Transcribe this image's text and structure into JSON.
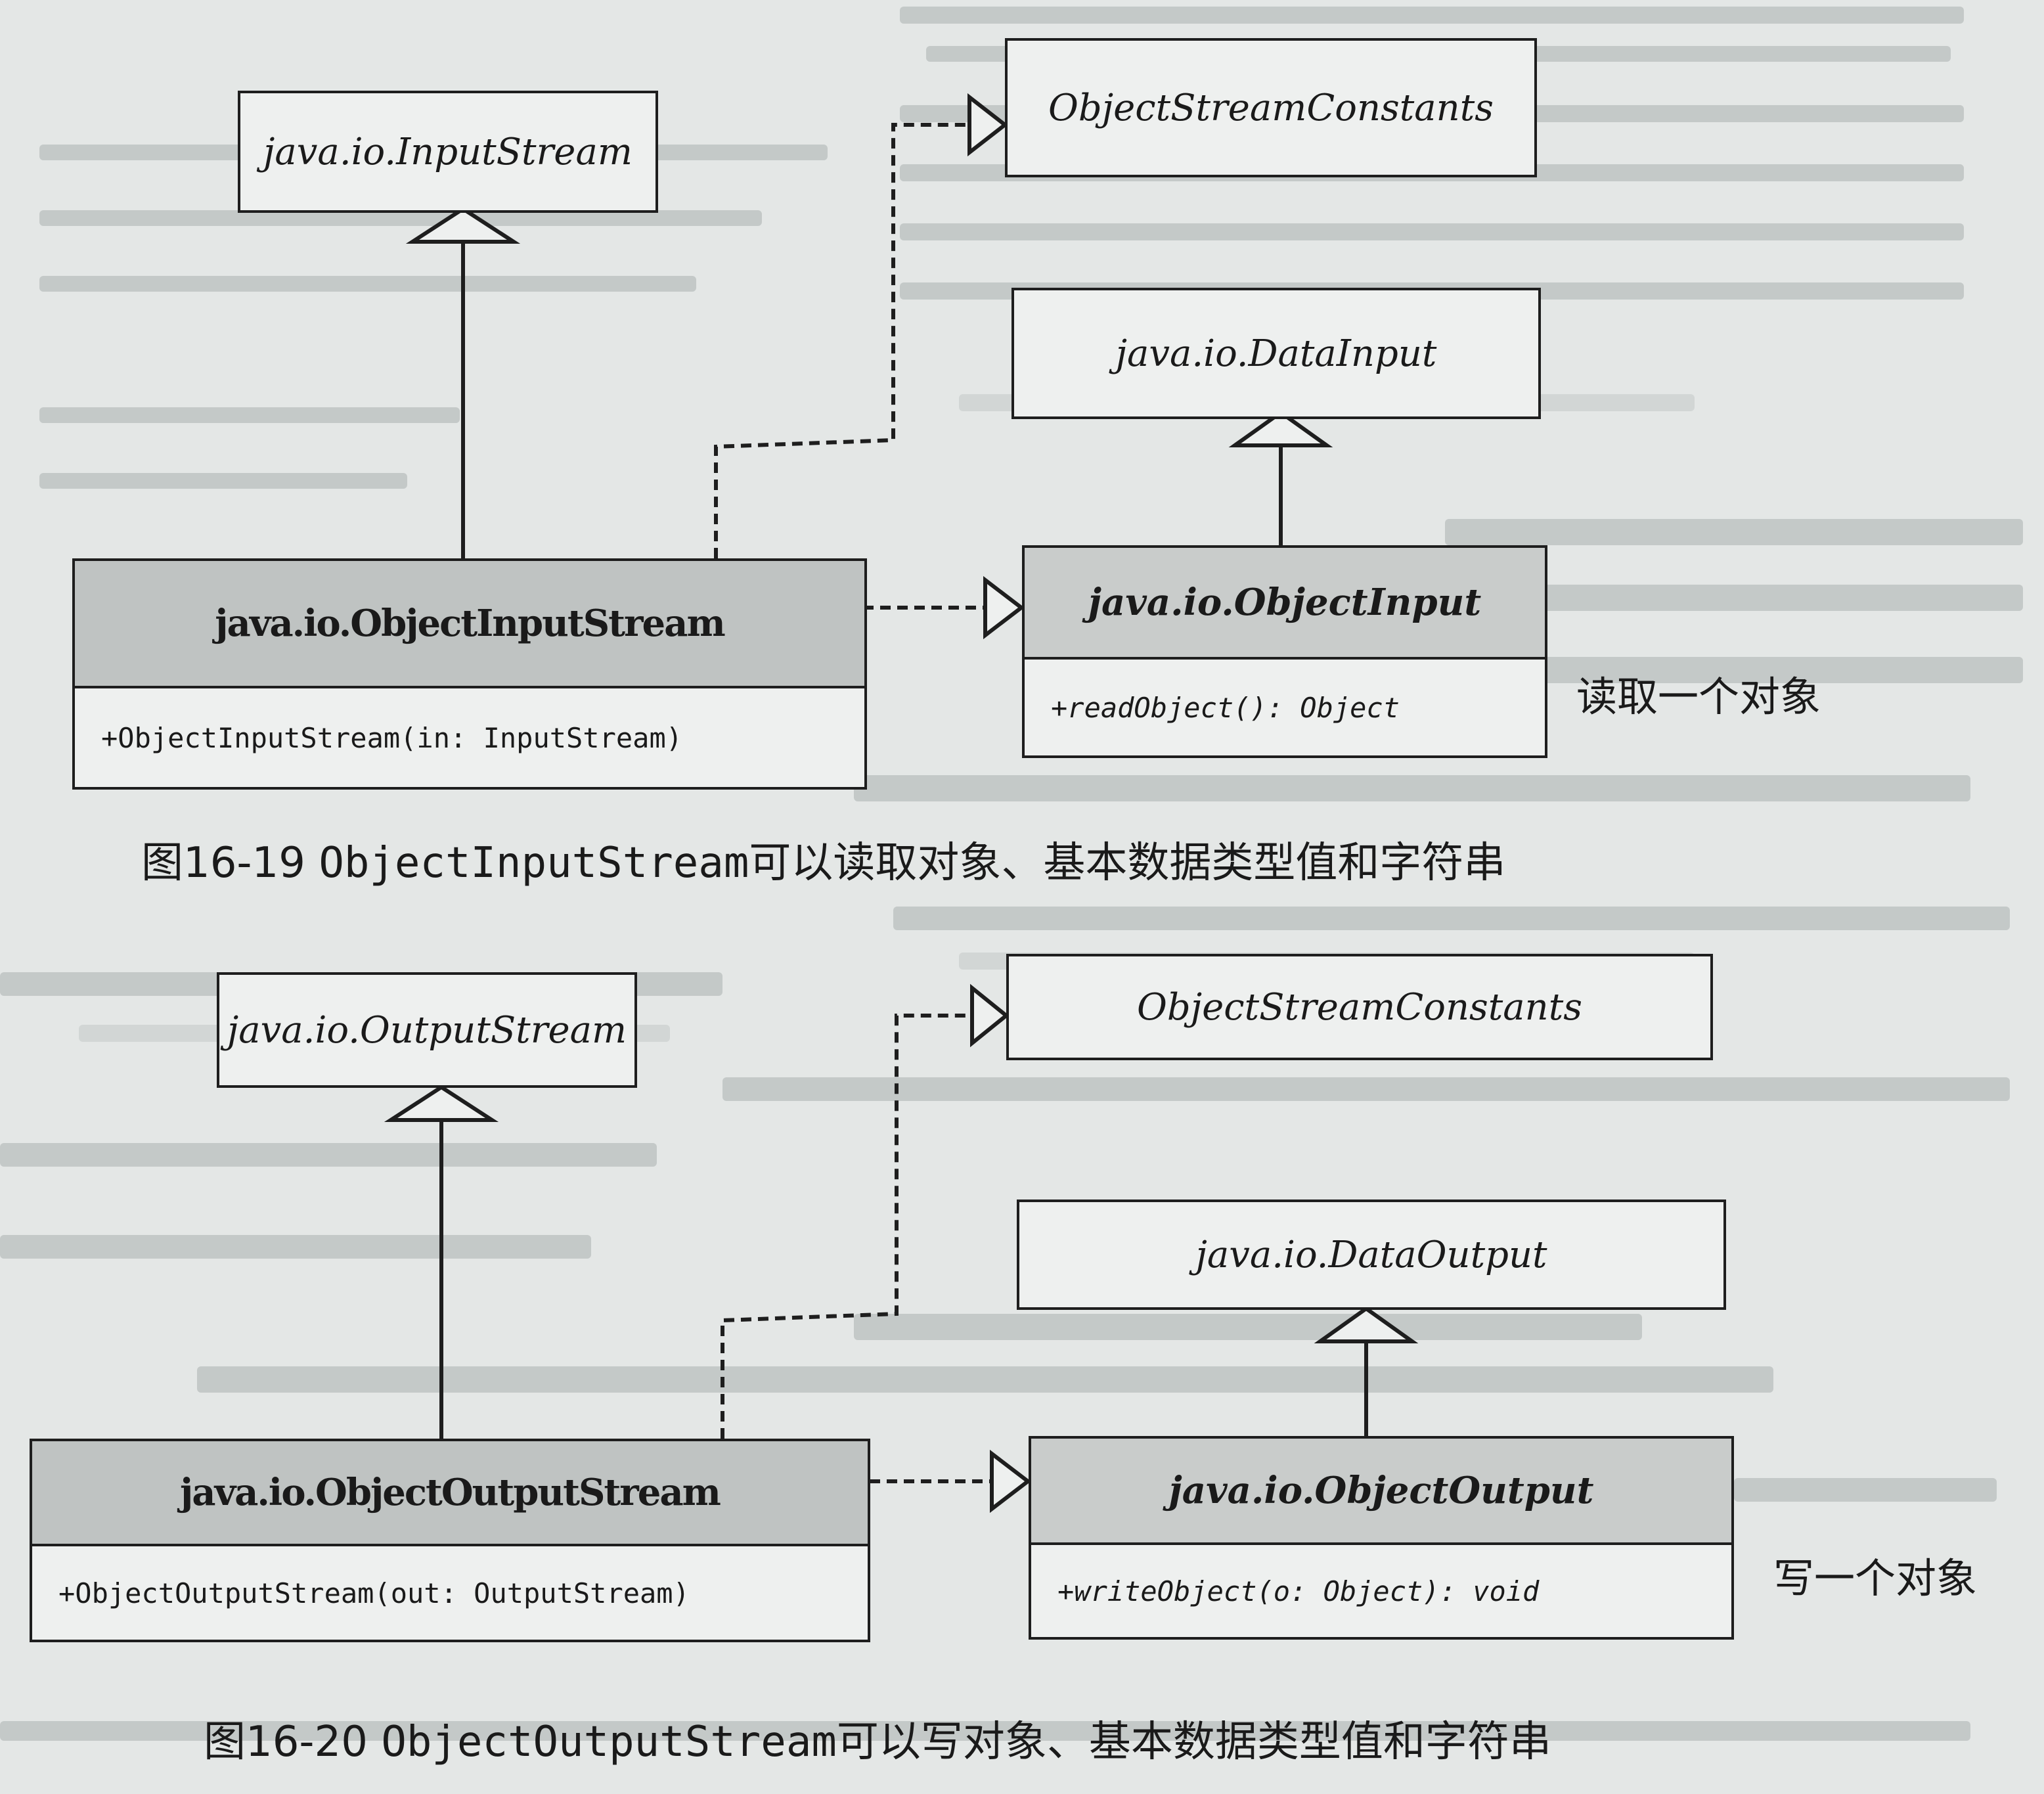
{
  "figure_19": {
    "classes": {
      "input_stream": "java.io.InputStream",
      "constants": "ObjectStreamConstants",
      "data_input": "java.io.DataInput",
      "object_input_stream": "java.io.ObjectInputStream",
      "object_input_stream_ctor": "+ObjectInputStream(in: InputStream)",
      "object_input": "java.io.ObjectInput",
      "object_input_method": "+readObject(): Object"
    },
    "note": "读取一个对象",
    "caption_number": "图16-19",
    "caption_class": "ObjectInputStream",
    "caption_text": "可以读取对象、基本数据类型值和字符串"
  },
  "figure_20": {
    "classes": {
      "output_stream": "java.io.OutputStream",
      "constants": "ObjectStreamConstants",
      "data_output": "java.io.DataOutput",
      "object_output_stream": "java.io.ObjectOutputStream",
      "object_output_stream_ctor": "+ObjectOutputStream(out: OutputStream)",
      "object_output": "java.io.ObjectOutput",
      "object_output_method": "+writeObject(o: Object): void"
    },
    "note": "写一个对象",
    "caption_number": "图16-20",
    "caption_class": "ObjectOutputStream",
    "caption_text": "可以写对象、基本数据类型值和字符串"
  }
}
